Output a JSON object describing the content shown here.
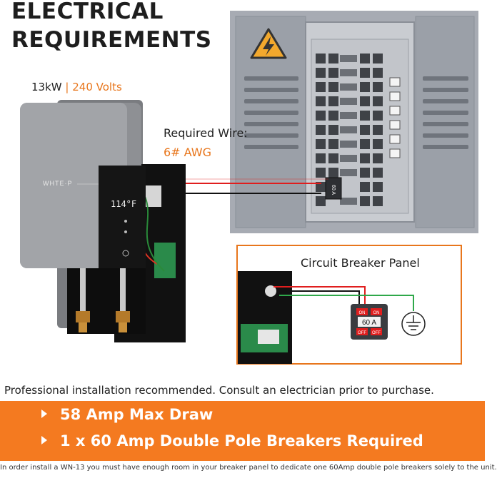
{
  "header": {
    "title_line1": "ELECTRICAL",
    "title_line2": "REQUIREMENTS"
  },
  "spec": {
    "power": "13kW",
    "separator": "|",
    "voltage": "240 Volts"
  },
  "heater": {
    "brand": "WHTE·P",
    "display": "114°F"
  },
  "wire": {
    "label": "Required Wire:",
    "value": "6# AWG"
  },
  "panel": {
    "breaker_small_label": "60 A"
  },
  "circuit_breaker_panel": {
    "title": "Circuit Breaker Panel",
    "on_label": "ON",
    "off_label": "OFF",
    "rating": "60 A"
  },
  "install_note": "Professional installation recommended. Consult an electrician prior to purchase.",
  "bullets": [
    "58 Amp Max Draw",
    "1 x 60 Amp Double Pole Breakers Required"
  ],
  "footnote": "In order install a WN-13 you must have enough room in your breaker panel to dedicate one 60Amp double pole breakers solely to the unit.",
  "colors": {
    "accent": "#f47a20",
    "label_orange": "#e8761c",
    "panel_gray": "#9ea3ab",
    "heater_gray": "#8c8c8c"
  }
}
